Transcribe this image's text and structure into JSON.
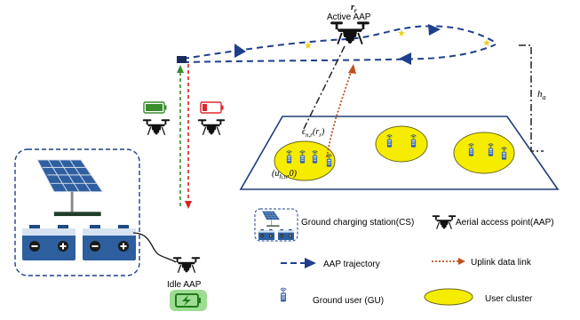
{
  "diagram": {
    "labels": {
      "active_aap": "Active AAP",
      "r_r": "r",
      "r_r_sub": "r",
      "h_a": "h",
      "h_a_sub": "a",
      "epsilon": "ϵ",
      "epsilon_sub": "n,r",
      "epsilon_arg": "(r",
      "epsilon_arg_sub": "r",
      "epsilon_close": ")",
      "u_coord": "(u",
      "u_coord_sub": "h,n",
      "u_coord_tail": ",0)",
      "idle_aap": "Idle AAP"
    },
    "legend": {
      "cs": "Ground charging station(CS)",
      "aap": "Aerial access point(AAP)",
      "trajectory": "AAP trajectory",
      "uplink": "Uplink data link",
      "gu": "Ground user (GU)",
      "cluster": "User cluster"
    },
    "colors": {
      "trajectory": "#1f3f8c",
      "uplink": "#c0501e",
      "cluster": "#f5ec00",
      "battery_full": "#3a8c2e",
      "battery_low": "#e0262b",
      "charge_up": "#3a8c2e",
      "discharge_down": "#d92020",
      "panel": "#2f5fa0",
      "battery_body": "#2d5f9e",
      "charging_glow": "#4cbf3a"
    },
    "icons": [
      "drone-icon",
      "battery-full-icon",
      "battery-low-icon",
      "solar-panel-icon",
      "battery-icon",
      "ground-user-icon",
      "charging-icon",
      "star-marker-icon"
    ]
  }
}
